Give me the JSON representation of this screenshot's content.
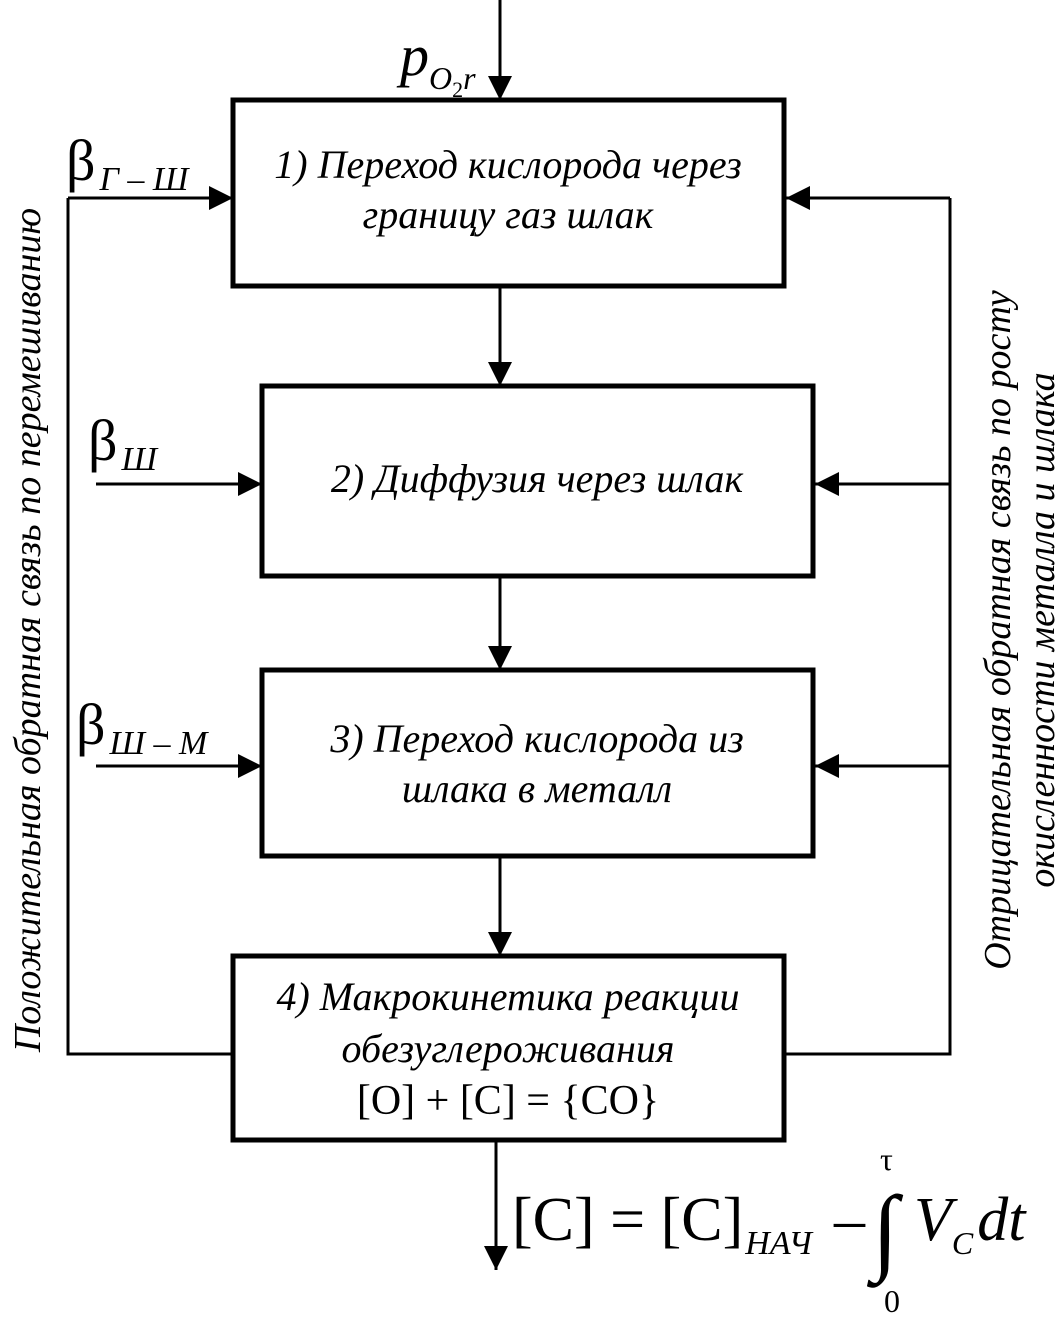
{
  "input_label": {
    "main": "p",
    "sub_o": "O",
    "sub_2": "2",
    "sub_r": "r"
  },
  "blocks": [
    {
      "lines": [
        "1) Переход кислорода через",
        "границу газ  шлак"
      ]
    },
    {
      "lines": [
        "2) Диффузия через шлак"
      ]
    },
    {
      "lines": [
        "3) Переход кислорода из",
        "шлака в металл"
      ]
    },
    {
      "lines": [
        "4) Макрокинетика реакции",
        "обезуглероживания"
      ],
      "equation": "[O] + [C] = {CO}"
    }
  ],
  "betas": [
    {
      "symbol": "β",
      "sub": "Г – Ш"
    },
    {
      "symbol": "β",
      "sub": "Ш"
    },
    {
      "symbol": "β",
      "sub": "Ш – М"
    }
  ],
  "left_feedback": "Положительная обратная связь по перемешиванию",
  "right_feedback": [
    "Отрицательная обратная связь по росту",
    "окисленности металла и шлака"
  ],
  "output_formula": {
    "lhs": "[C] = [C]",
    "lhs_sub": "НАЧ",
    "minus": "–",
    "integral": "∫",
    "upper": "τ",
    "lower": "0",
    "integrand": "V",
    "integrand_sub": "C",
    "dt": "dt"
  }
}
